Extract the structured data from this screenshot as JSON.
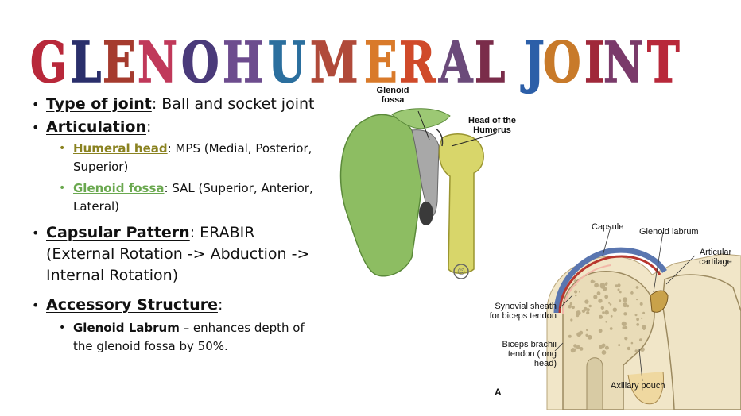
{
  "title": {
    "letters": [
      "G",
      "L",
      "E",
      "N",
      "O",
      "H",
      "U",
      "M",
      "E",
      "R",
      "A",
      "L",
      " ",
      "J",
      "O",
      "I",
      "N",
      "T"
    ],
    "colors": [
      "#b8283a",
      "#2a2f6b",
      "#a53b2e",
      "#c0395a",
      "#4a3a7a",
      "#6d4c8e",
      "#2b6f9e",
      "#b04a3a",
      "#d97a2a",
      "#d04a2a",
      "#6b4a7a",
      "#7a2c4a",
      "",
      "#2c5fa8",
      "#c87a2a",
      "#a0283a",
      "#7a3a6a",
      "#b8283a"
    ]
  },
  "content": {
    "bullet1_key": "Type of joint",
    "bullet1_text": ": Ball and socket joint",
    "bullet2_key": "Articulation",
    "bullet2_text": ":",
    "sub1_key": "Humeral head",
    "sub1_text": ": MPS (Medial, Posterior, Superior)",
    "sub2_key": "Glenoid fossa",
    "sub2_text": ": SAL (Superior, Anterior, Lateral)",
    "bullet3_key": "Capsular Pattern",
    "bullet3_text": ": ERABIR (External Rotation -> Abduction -> Internal Rotation)",
    "bullet4_key": "Accessory Structure",
    "bullet4_text": ":",
    "sub3_key": "Glenoid Labrum",
    "sub3_text": " – enhances depth of the glenoid fossa by 50%."
  },
  "figure1": {
    "label_fossa": "Glenoid fossa",
    "label_head": "Head of the Humerus",
    "copyright": "©"
  },
  "figure2": {
    "label_capsule": "Capsule",
    "label_labrum": "Glenoid labrum",
    "label_articular": "Articular cartilage",
    "label_synovial": "Synovial sheath for biceps tendon",
    "label_biceps": "Biceps brachii tendon (long head)",
    "label_axillary": "Axillary pouch",
    "label_a": "A"
  }
}
